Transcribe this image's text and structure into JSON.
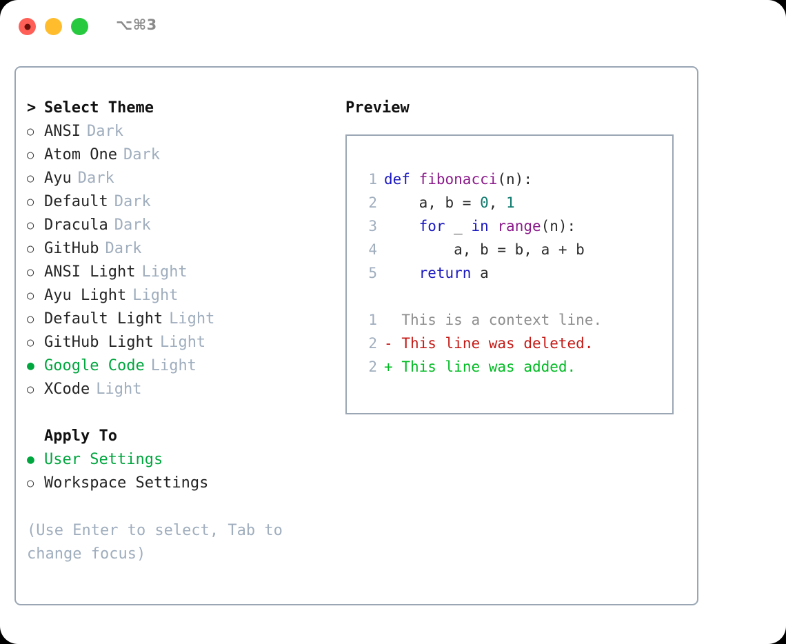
{
  "window": {
    "traffic_lights": [
      "close",
      "minimize",
      "maximize"
    ],
    "shortcut": "⌥⌘3",
    "colors": {
      "close": "#ff5f56",
      "minimize": "#ffbd2e",
      "maximize": "#27c93f",
      "accent_green": "#00a63e",
      "muted": "#9fadbd",
      "border": "#9aa6b4"
    }
  },
  "theme_picker": {
    "caret": ">",
    "header": "Select Theme",
    "bullet_empty": "○",
    "bullet_filled": "●",
    "items": [
      {
        "label": "ANSI",
        "badge": "Dark",
        "selected": false
      },
      {
        "label": "Atom One",
        "badge": "Dark",
        "selected": false
      },
      {
        "label": "Ayu",
        "badge": "Dark",
        "selected": false
      },
      {
        "label": "Default",
        "badge": "Dark",
        "selected": false
      },
      {
        "label": "Dracula",
        "badge": "Dark",
        "selected": false
      },
      {
        "label": "GitHub",
        "badge": "Dark",
        "selected": false
      },
      {
        "label": "ANSI Light",
        "badge": "Light",
        "selected": false
      },
      {
        "label": "Ayu Light",
        "badge": "Light",
        "selected": false
      },
      {
        "label": "Default Light",
        "badge": "Light",
        "selected": false
      },
      {
        "label": "GitHub Light",
        "badge": "Light",
        "selected": false
      },
      {
        "label": "Google Code",
        "badge": "Light",
        "selected": true
      },
      {
        "label": "XCode",
        "badge": "Light",
        "selected": false
      }
    ]
  },
  "apply_to": {
    "title": "Apply To",
    "options": [
      {
        "label": "User Settings",
        "selected": true
      },
      {
        "label": "Workspace Settings",
        "selected": false
      }
    ]
  },
  "hint": "(Use Enter to select, Tab to change focus)",
  "preview": {
    "title": "Preview",
    "code_lines": [
      {
        "n": "1",
        "tokens": [
          {
            "t": "def",
            "c": "kw"
          },
          {
            "t": " ",
            "c": "pl"
          },
          {
            "t": "fibonacci",
            "c": "fn"
          },
          {
            "t": "(n):",
            "c": "pl"
          }
        ]
      },
      {
        "n": "2",
        "tokens": [
          {
            "t": "    a, b = ",
            "c": "pl"
          },
          {
            "t": "0",
            "c": "num"
          },
          {
            "t": ", ",
            "c": "pl"
          },
          {
            "t": "1",
            "c": "num"
          }
        ]
      },
      {
        "n": "3",
        "tokens": [
          {
            "t": "    ",
            "c": "pl"
          },
          {
            "t": "for",
            "c": "kw"
          },
          {
            "t": " _ ",
            "c": "pl"
          },
          {
            "t": "in",
            "c": "kw"
          },
          {
            "t": " ",
            "c": "pl"
          },
          {
            "t": "range",
            "c": "fn"
          },
          {
            "t": "(n):",
            "c": "pl"
          }
        ]
      },
      {
        "n": "4",
        "tokens": [
          {
            "t": "        a, b = b, a + b",
            "c": "pl"
          }
        ]
      },
      {
        "n": "5",
        "tokens": [
          {
            "t": "    ",
            "c": "pl"
          },
          {
            "t": "return",
            "c": "kw"
          },
          {
            "t": " a",
            "c": "pl"
          }
        ]
      }
    ],
    "diff_lines": [
      {
        "n": "1",
        "marker": " ",
        "text": "This is a context line.",
        "kind": "context"
      },
      {
        "n": "2",
        "marker": "-",
        "text": "This line was deleted.",
        "kind": "deleted"
      },
      {
        "n": "2",
        "marker": "+",
        "text": "This line was added.",
        "kind": "added"
      }
    ],
    "syntax_colors": {
      "keyword": "#1a18bf",
      "function": "#8b1a8b",
      "number": "#0f7a6e",
      "plain": "#2a2a2a",
      "lineno": "#9fadbd",
      "diff_context": "#8e8e8e",
      "diff_deleted": "#c41a16",
      "diff_added": "#00bb22"
    }
  }
}
